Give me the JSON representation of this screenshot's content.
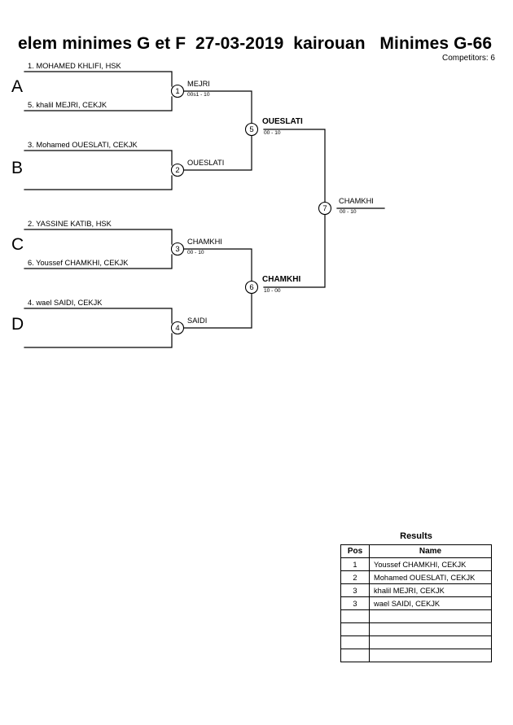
{
  "header": {
    "title": "elem minimes G et F  27-03-2019  kairouan   Minimes G-66",
    "competitors": "Competitors: 6"
  },
  "bracket": {
    "groups": [
      {
        "letter": "A"
      },
      {
        "letter": "B"
      },
      {
        "letter": "C"
      },
      {
        "letter": "D"
      }
    ],
    "entries": [
      {
        "label": "1. MOHAMED KHLIFI, HSK"
      },
      {
        "label": "5. khalil MEJRI, CEKJK"
      },
      {
        "label": "3. Mohamed OUESLATI, CEKJK"
      },
      {
        "label": ""
      },
      {
        "label": "2. YASSINE KATIB, HSK"
      },
      {
        "label": "6. Youssef CHAMKHI, CEKJK"
      },
      {
        "label": "4. wael SAIDI, CEKJK"
      },
      {
        "label": ""
      }
    ],
    "matches": [
      {
        "number": "1",
        "winner": "MEJRI",
        "score": "00s1 - 10",
        "bold": false
      },
      {
        "number": "2",
        "winner": "OUESLATI",
        "score": "",
        "bold": false
      },
      {
        "number": "3",
        "winner": "CHAMKHI",
        "score": "00 - 10",
        "bold": false
      },
      {
        "number": "4",
        "winner": "SAIDI",
        "score": "",
        "bold": false
      },
      {
        "number": "5",
        "winner": "OUESLATI",
        "score": "00 - 10",
        "bold": true
      },
      {
        "number": "6",
        "winner": "CHAMKHI",
        "score": "10 - 00",
        "bold": true
      },
      {
        "number": "7",
        "winner": "CHAMKHI",
        "score": "00 - 10",
        "bold": false
      }
    ]
  },
  "results": {
    "title": "Results",
    "columns": [
      "Pos",
      "Name"
    ],
    "rows": [
      {
        "pos": "1",
        "name": "Youssef CHAMKHI, CEKJK"
      },
      {
        "pos": "2",
        "name": "Mohamed OUESLATI, CEKJK"
      },
      {
        "pos": "3",
        "name": "khalil MEJRI, CEKJK"
      },
      {
        "pos": "3",
        "name": "wael SAIDI, CEKJK"
      },
      {
        "pos": "",
        "name": ""
      },
      {
        "pos": "",
        "name": ""
      },
      {
        "pos": "",
        "name": ""
      },
      {
        "pos": "",
        "name": ""
      }
    ]
  }
}
